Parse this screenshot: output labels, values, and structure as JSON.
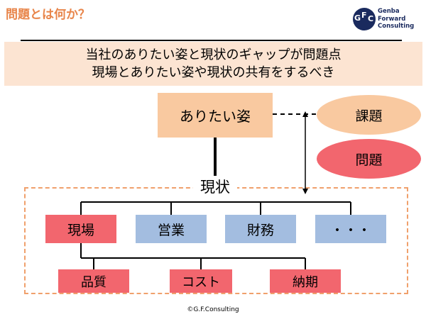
{
  "slide": {
    "title": "問題とは何か？",
    "logo": {
      "mark_letters": [
        "G",
        "F",
        "C"
      ],
      "lines": [
        "Genba",
        "Forward",
        "Consulting"
      ]
    },
    "banner": {
      "line1": "当社のありたい姿と現状のギャップが問題点",
      "line2": "現場とありたい姿や現状の共有をするべき"
    },
    "diagram": {
      "ideal": "ありたい姿",
      "issue": "課題",
      "problem": "問題",
      "current": "現状",
      "departments": [
        "現場",
        "営業",
        "財務",
        "・・・"
      ],
      "sub_items": [
        "品質",
        "コスト",
        "納期"
      ]
    },
    "footer": "©G.F.Consulting"
  },
  "colors": {
    "title": "#e8854a",
    "banner_bg": "#fce4d2",
    "peach": "#f9c9a0",
    "red": "#f2666e",
    "blue": "#a3bde0",
    "dashed_border": "#f0a06c",
    "logo_navy": "#1a2a5e"
  }
}
